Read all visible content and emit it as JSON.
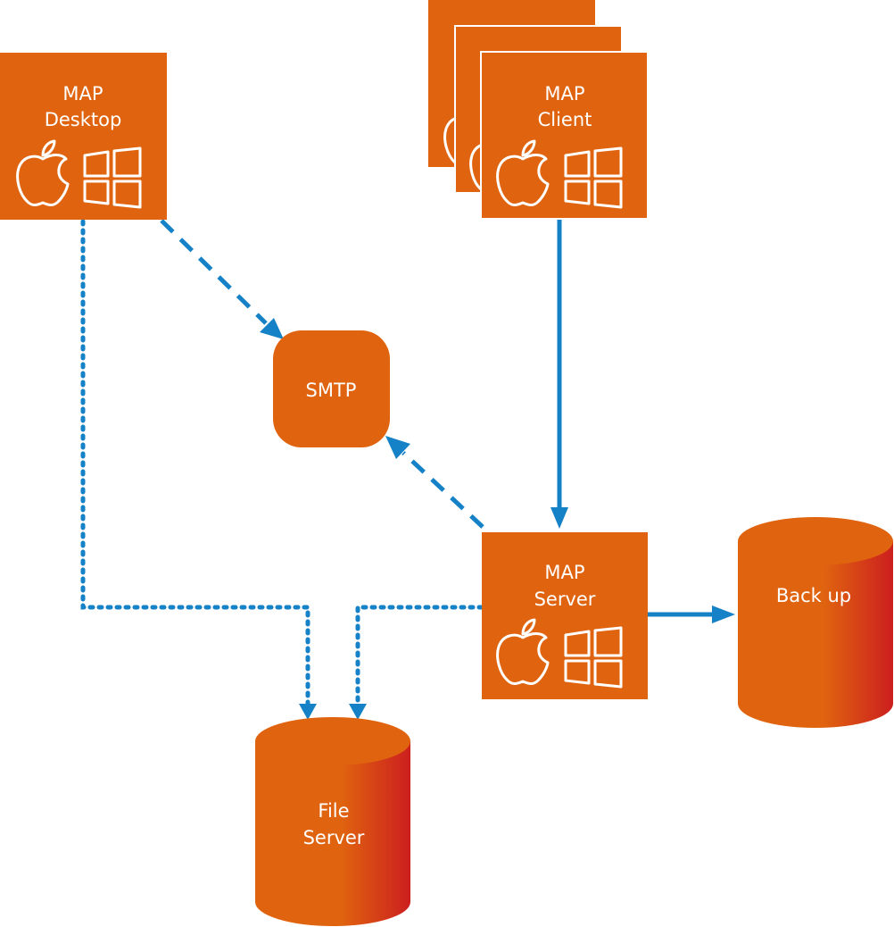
{
  "colors": {
    "node": "#e0640f",
    "arrow": "#1581c6",
    "cylinder_dark": "#cc1f1f",
    "text": "#ffffff"
  },
  "nodes": {
    "desktop": {
      "line1": "MAP",
      "line2": "Desktop",
      "icons": [
        "apple-icon",
        "windows-icon"
      ]
    },
    "client": {
      "line1": "MAP",
      "line2": "Client",
      "icons": [
        "apple-icon",
        "windows-icon"
      ]
    },
    "smtp": {
      "label": "SMTP"
    },
    "server": {
      "line1": "MAP",
      "line2": "Server",
      "icons": [
        "apple-icon",
        "windows-icon"
      ]
    },
    "backup": {
      "label": "Back up"
    },
    "fileserver": {
      "line1": "File",
      "line2": "Server"
    }
  },
  "connections": [
    {
      "from": "MAP Desktop",
      "to": "SMTP",
      "style": "dashed"
    },
    {
      "from": "MAP Server",
      "to": "SMTP",
      "style": "dashed"
    },
    {
      "from": "MAP Client",
      "to": "MAP Server",
      "style": "solid"
    },
    {
      "from": "MAP Server",
      "to": "Back up",
      "style": "solid"
    },
    {
      "from": "MAP Desktop",
      "to": "File Server",
      "style": "dotted"
    },
    {
      "from": "MAP Server",
      "to": "File Server",
      "style": "dotted"
    }
  ]
}
